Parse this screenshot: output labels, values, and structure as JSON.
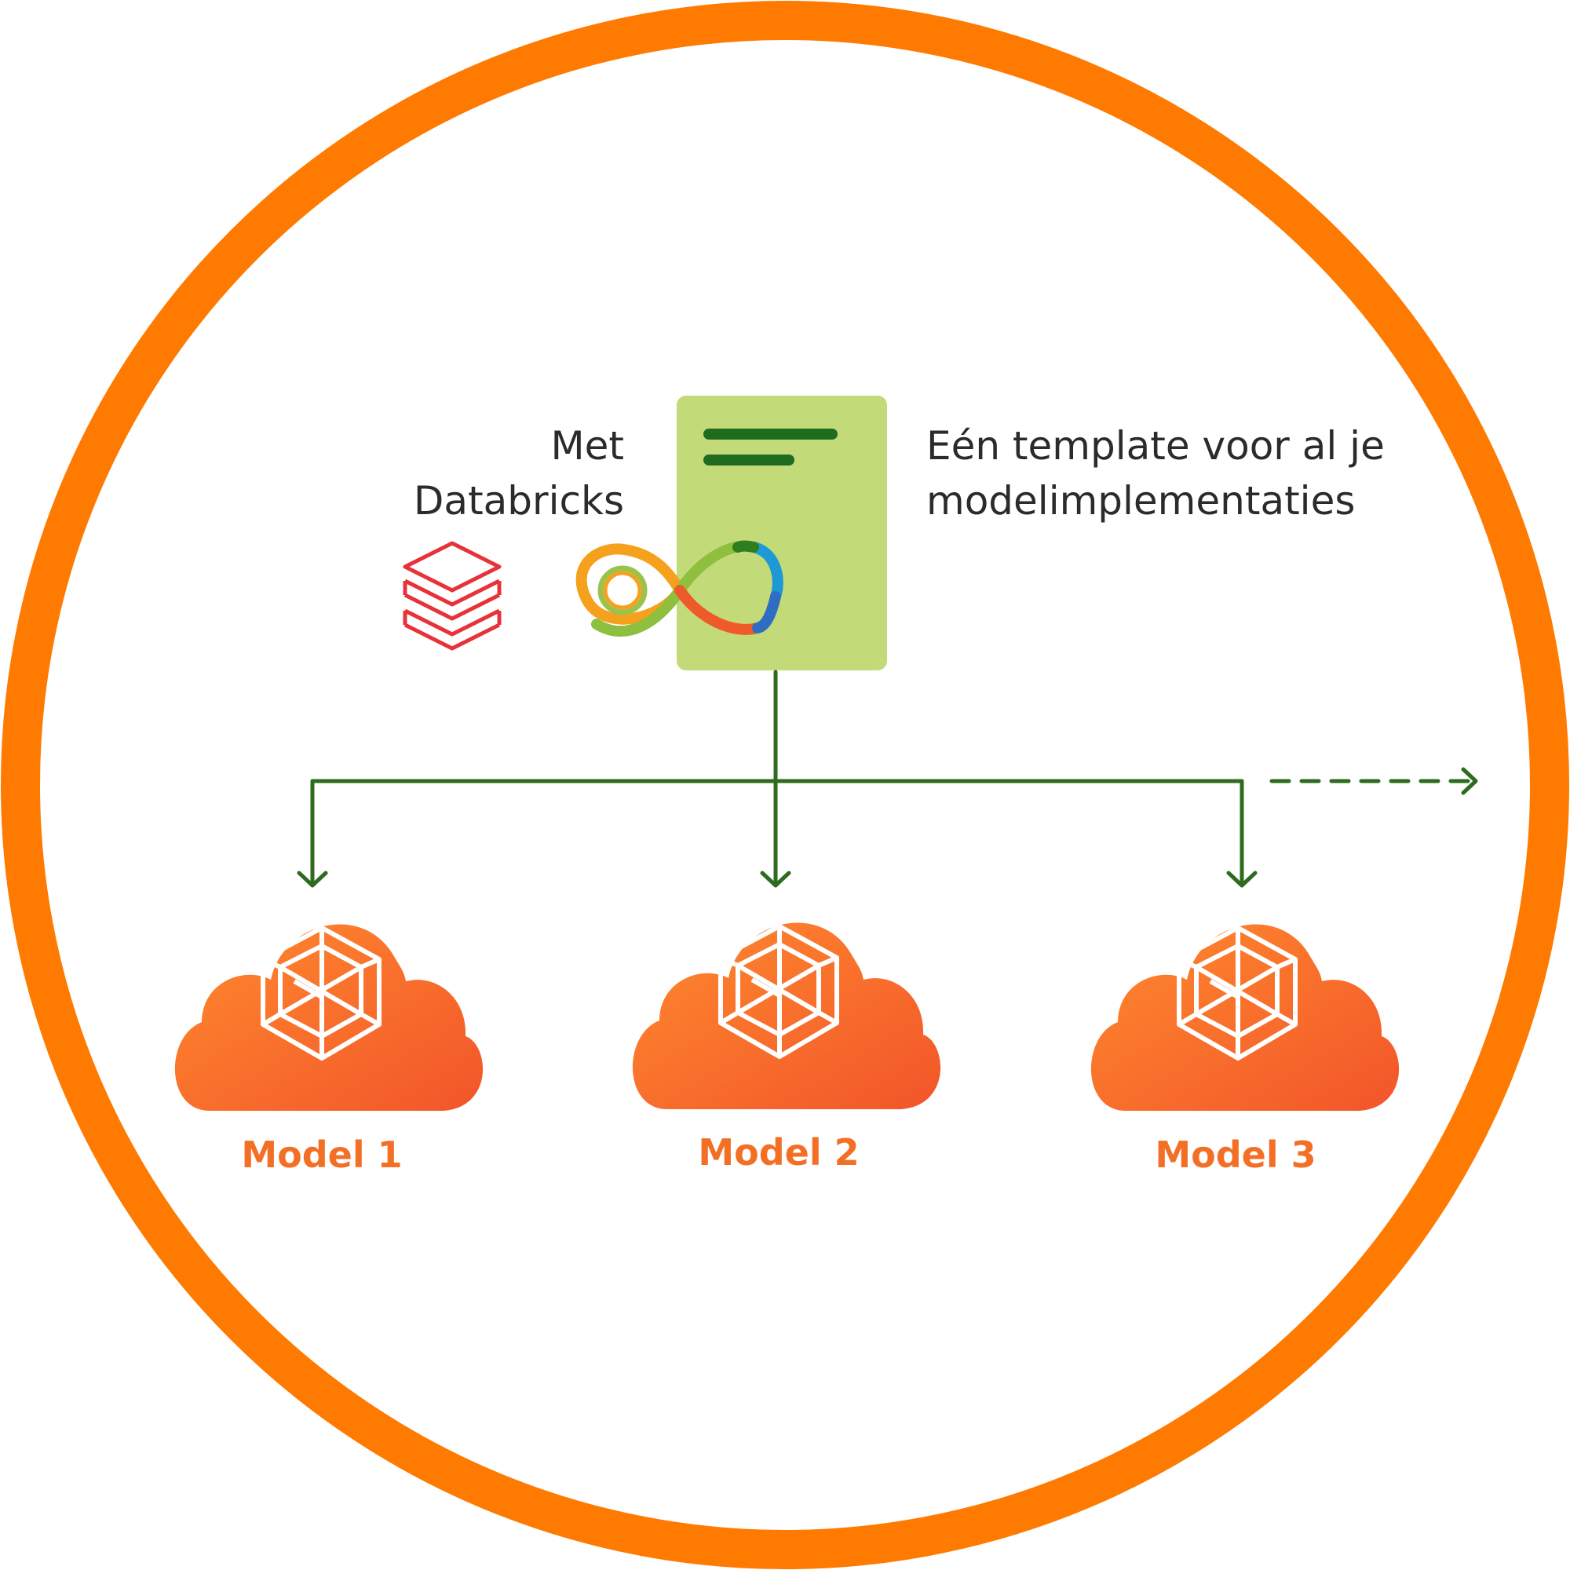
{
  "left_caption": {
    "line1": "Met",
    "line2": "Databricks"
  },
  "right_caption": {
    "line1": "Eén template voor al je",
    "line2": "modelimplementaties"
  },
  "models": [
    {
      "label": "Model 1"
    },
    {
      "label": "Model 2"
    },
    {
      "label": "Model 3"
    }
  ],
  "icons": {
    "brand_logo": "databricks-logo-icon",
    "loop": "infinity-loop-icon",
    "template": "template-document-icon",
    "model": "model-cube-icon"
  },
  "colors": {
    "ring": "#ff7a00",
    "template_fill": "#c3da78",
    "template_lines": "#1f6b1f",
    "connector": "#2e6b1f",
    "cloud_start": "#ff8a2e",
    "cloud_end": "#f25a22",
    "model_label": "#f36f26",
    "text": "#2b2b2b",
    "databricks_red": "#e8323a"
  }
}
